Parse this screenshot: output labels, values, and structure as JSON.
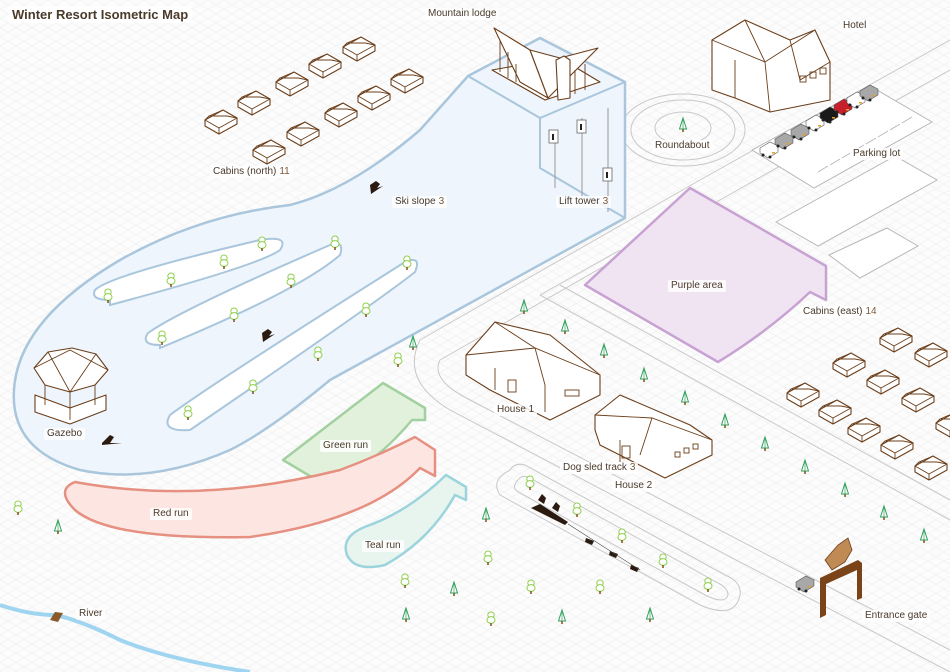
{
  "map": {
    "title": "Winter Resort Isometric Map",
    "colors": {
      "background": "#fcfcfc",
      "ski_slope_fill": "#eef5fc",
      "ski_slope_stroke": "#a9c6dc",
      "green_run_fill": "#e2f1dc",
      "green_run_stroke": "#a3d0a0",
      "red_run_fill": "#fde6e2",
      "red_run_stroke": "#e59080",
      "teal_run_fill": "#e8f5ee",
      "teal_run_stroke": "#9bd4dc",
      "purple_area_fill": "#f1e4f2",
      "purple_area_stroke": "#c7a2d2",
      "building_stroke": "#6b3e1a",
      "tree_light": "#8ccf4a",
      "tree_dark": "#2ea05a",
      "river": "#9fd5f0",
      "car_red": "#c8202a",
      "car_black": "#1a1a1a",
      "car_gray": "#a8a8a8",
      "car_white": "#ffffff"
    },
    "features": {
      "lodge": {
        "label": "Mountain lodge",
        "icon": "lodge-icon"
      },
      "elevator_tower": {
        "label": "Lift tower",
        "elevator_count": 3,
        "icon": "elevator-icon"
      },
      "hotel": {
        "label": "Hotel",
        "icon": "hotel-icon"
      },
      "parking_lot": {
        "label": "Parking lot",
        "cars": [
          "white",
          "gray",
          "gray",
          "white",
          "black",
          "red",
          "white",
          "gray"
        ]
      },
      "roundabout": {
        "label": "Roundabout",
        "icon": "tree-icon"
      },
      "gazebo": {
        "label": "Gazebo",
        "icon": "gazebo-icon"
      },
      "ski_slope": {
        "label": "Ski slope",
        "skiers": 3,
        "icon": "skier-icon"
      },
      "green_run": {
        "label": "Green run"
      },
      "red_run": {
        "label": "Red run"
      },
      "teal_run": {
        "label": "Teal run"
      },
      "purple_area": {
        "label": "Purple area"
      },
      "houses": [
        {
          "label": "House 1"
        },
        {
          "label": "House 2"
        }
      ],
      "cabins_top": {
        "label": "Cabins (north)",
        "count": 11
      },
      "cabins_right": {
        "label": "Cabins (east)",
        "count": 14
      },
      "dog_sled_track": {
        "label": "Dog sled track",
        "dogs": 3,
        "icon": "dog-sled-icon"
      },
      "entrance_gate": {
        "label": "Entrance gate",
        "icon": "gate-icon"
      },
      "river": {
        "label": "River",
        "icon": "bridge-icon"
      }
    }
  }
}
